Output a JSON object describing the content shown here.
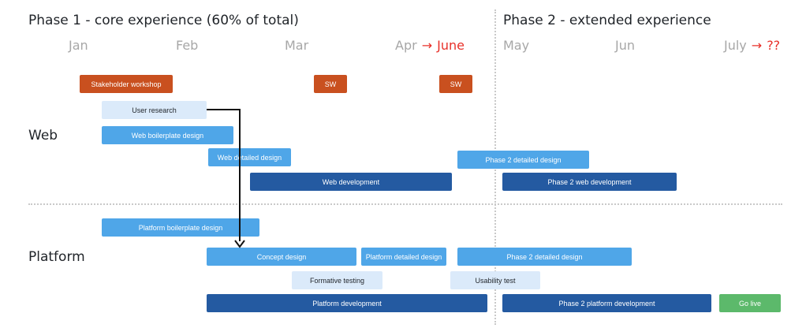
{
  "phases": [
    {
      "title": "Phase 1 - core experience (60% of total)"
    },
    {
      "title": "Phase 2 - extended experience"
    }
  ],
  "months": [
    {
      "label": "Jan"
    },
    {
      "label": "Feb"
    },
    {
      "label": "Mar"
    },
    {
      "label": "Apr",
      "arrow": "→",
      "replacement": "June"
    },
    {
      "label": "May"
    },
    {
      "label": "Jun"
    },
    {
      "label": "July",
      "arrow": "→",
      "replacement": "??"
    }
  ],
  "tracks": [
    {
      "label": "Web"
    },
    {
      "label": "Platform"
    }
  ],
  "tasks": {
    "stakeholder_workshop": "Stakeholder workshop",
    "sw_1": "SW",
    "sw_2": "SW",
    "user_research": "User research",
    "web_boilerplate_design": "Web boilerplate design",
    "web_detailed_design": "Web detailed design",
    "phase2_detailed_design_web": "Phase 2 detailed design",
    "web_development": "Web development",
    "phase2_web_development": "Phase 2 web development",
    "platform_boilerplate_design": "Platform boilerplate design",
    "concept_design": "Concept design",
    "platform_detailed_design": "Platform detailed design",
    "phase2_detailed_design_platform": "Phase 2 detailed design",
    "formative_testing": "Formative testing",
    "usability_test": "Usability test",
    "platform_development": "Platform development",
    "phase2_platform_development": "Phase 2 platform development",
    "go_live": "Go live"
  },
  "colors": {
    "workshop": "#c9501f",
    "research": "#dbeafa",
    "design": "#4fa6e8",
    "development": "#245aa1",
    "launch": "#5cb96b",
    "date_change": "#e8312a"
  }
}
